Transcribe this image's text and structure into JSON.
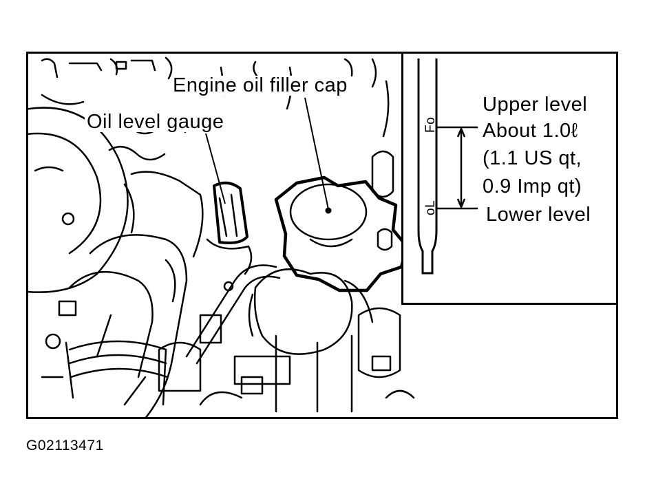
{
  "labels": {
    "filler_cap": "Engine oil filler cap",
    "gauge": "Oil level gauge"
  },
  "dipstick": {
    "mark_full": "Fo",
    "mark_low": "oL"
  },
  "level_spec": {
    "upper": "Upper level",
    "about": "About 1.0ℓ",
    "us": "(1.1 US qt,",
    "imp": "0.9 Imp qt)",
    "lower": "Lower level"
  },
  "figure_id": "G02113471"
}
